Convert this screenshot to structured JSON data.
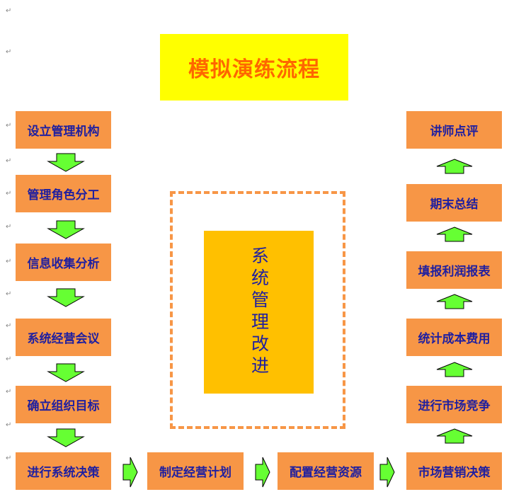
{
  "title": "模拟演练流程",
  "left_column": [
    "设立管理机构",
    "管理角色分工",
    "信息收集分析",
    "系统经营会议",
    "确立组织目标",
    "进行系统决策"
  ],
  "bottom_row": [
    "制定经营计划",
    "配置经营资源",
    "市场营销决策"
  ],
  "right_column": [
    "讲师点评",
    "期末总结",
    "填报利润报表",
    "统计成本费用",
    "进行市场竞争"
  ],
  "center_text": "系统管理改进",
  "paragraph_mark": "↵",
  "colors": {
    "title_bg": "#ffff00",
    "title_text": "#ff6600",
    "step_bg": "#f79646",
    "step_text": "#1f1fa0",
    "center_bg": "#ffc000",
    "arrow_fill": "#66ff33"
  }
}
